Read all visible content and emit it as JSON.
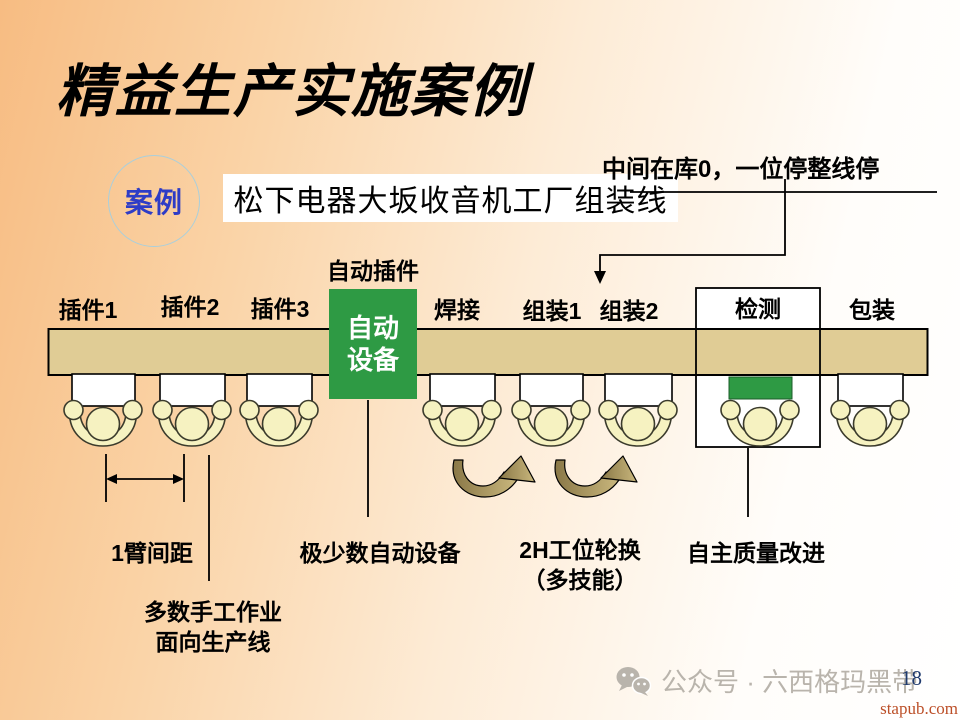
{
  "theme": {
    "belt": "#E0CC95",
    "machine-green": "#2E9A44",
    "worker-fill": "#F6F2C1",
    "worker-stroke": "#3B3B2C",
    "arrow-dark": "#8A7847",
    "arrow-light": "#C9B77D",
    "badge-blue": "#2E3CC6",
    "badge-ring": "#A9CFDC",
    "watermark-gray": "#B9B4AC",
    "page-navy": "#1F3A6E",
    "link-orange": "#BC4F28",
    "line": "#000000"
  },
  "slide": {
    "title": "精益生产实施案例",
    "case_badge": "案例",
    "heading": "松下电器大坂收音机工厂组装线",
    "top_note": "中间在库0，一位停整线停",
    "page_number": "18"
  },
  "diagram": {
    "stations": [
      {
        "label": "插件1"
      },
      {
        "label": "插件2"
      },
      {
        "label": "插件3"
      },
      {
        "label": "焊接"
      },
      {
        "label": "组装1"
      },
      {
        "label": "组装2"
      },
      {
        "label": "检测"
      },
      {
        "label": "包装"
      }
    ],
    "machine_top_label": "自动插件",
    "machine_box_label": "自动\n设备",
    "annotations": {
      "arm_pitch": "1臂间距",
      "manual_work": "多数手工作业\n面向生产线",
      "few_automation": "极少数自动设备",
      "rotation": "2H工位轮换\n（多技能）",
      "self_quality": "自主质量改进"
    }
  },
  "footer": {
    "wechat_label": "公众号 · 六西格玛黑带",
    "site": "stapub.com"
  }
}
